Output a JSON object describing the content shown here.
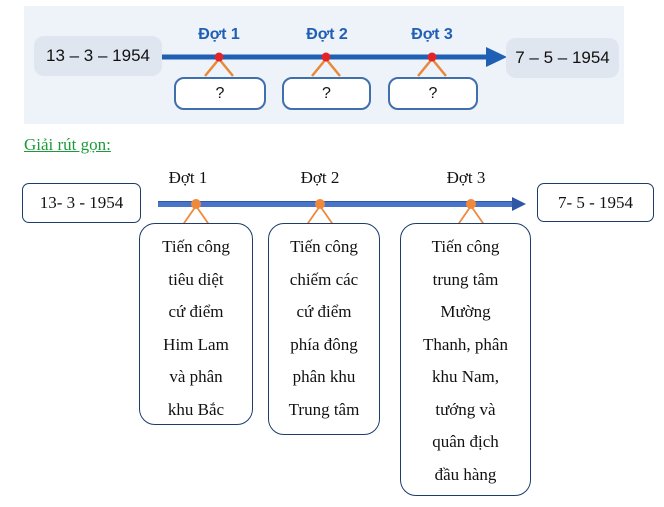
{
  "colors": {
    "top_arrow": "#1f5fb4",
    "top_marker": "#e0242b",
    "top_connector": "#e8893a",
    "bottom_arrow": "#4a74c9",
    "bottom_marker": "#ef8a3c",
    "heading_color": "#1c9b3a"
  },
  "top_timeline": {
    "start_date": "13 – 3 – 1954",
    "end_date": "7 – 5 – 1954",
    "phases": [
      {
        "label": "Đợt 1",
        "placeholder": "?"
      },
      {
        "label": "Đợt 2",
        "placeholder": "?"
      },
      {
        "label": "Đợt 3",
        "placeholder": "?"
      }
    ]
  },
  "solution_heading": "Giải rút gọn:",
  "bottom_timeline": {
    "start_date": "13- 3 - 1954",
    "end_date": "7- 5 - 1954",
    "phases": [
      {
        "label": "Đợt 1",
        "lines": [
          "Tiến công",
          "tiêu diệt",
          "cứ điểm",
          "Him Lam",
          "và phân",
          "khu Bắc"
        ]
      },
      {
        "label": "Đợt 2",
        "lines": [
          "Tiến công",
          "chiếm các",
          "cứ điểm",
          "phía đông",
          "phân khu",
          "Trung tâm"
        ]
      },
      {
        "label": "Đợt 3",
        "lines": [
          "Tiến công",
          "trung tâm",
          "Mường",
          "Thanh, phân",
          "khu Nam,",
          "tướng và",
          "quân địch",
          "đầu hàng"
        ]
      }
    ]
  }
}
